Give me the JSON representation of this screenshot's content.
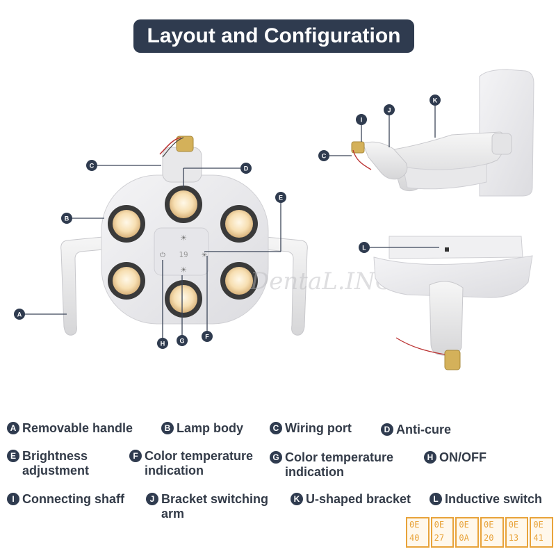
{
  "title": "Layout and Configuration",
  "watermark": "DentaL.ING",
  "lamp_display_readout": "19",
  "callouts": {
    "a": "A",
    "b": "B",
    "c": "C",
    "d": "D",
    "e": "E",
    "f": "F",
    "g": "G",
    "h": "H",
    "i": "I",
    "j": "J",
    "k": "K",
    "l": "L"
  },
  "legend": [
    {
      "letter": "A",
      "text": "Removable handle"
    },
    {
      "letter": "B",
      "text": "Lamp body"
    },
    {
      "letter": "C",
      "text": "Wiring port"
    },
    {
      "letter": "D",
      "text": "Anti-cure"
    },
    {
      "letter": "E",
      "text": "Brightness adjustment"
    },
    {
      "letter": "F",
      "text": "Color temperature indication"
    },
    {
      "letter": "G",
      "text": "Color temperature indication"
    },
    {
      "letter": "H",
      "text": "ON/OFF"
    },
    {
      "letter": "I",
      "text": "Connecting shaff"
    },
    {
      "letter": "J",
      "text": "Bracket switching arm"
    },
    {
      "letter": "K",
      "text": "U-shaped bracket"
    },
    {
      "letter": "L",
      "text": "Inductive switch"
    }
  ],
  "stamp": [
    "0E 40",
    "0E 27",
    "0E 0A",
    "0E 20",
    "0E 13",
    "0E 41"
  ],
  "colors": {
    "badge": "#2f3b4f",
    "lamp_body": "#ececee",
    "led_ring": "#3a3a3a",
    "led_glow": "#fbe9c6"
  }
}
